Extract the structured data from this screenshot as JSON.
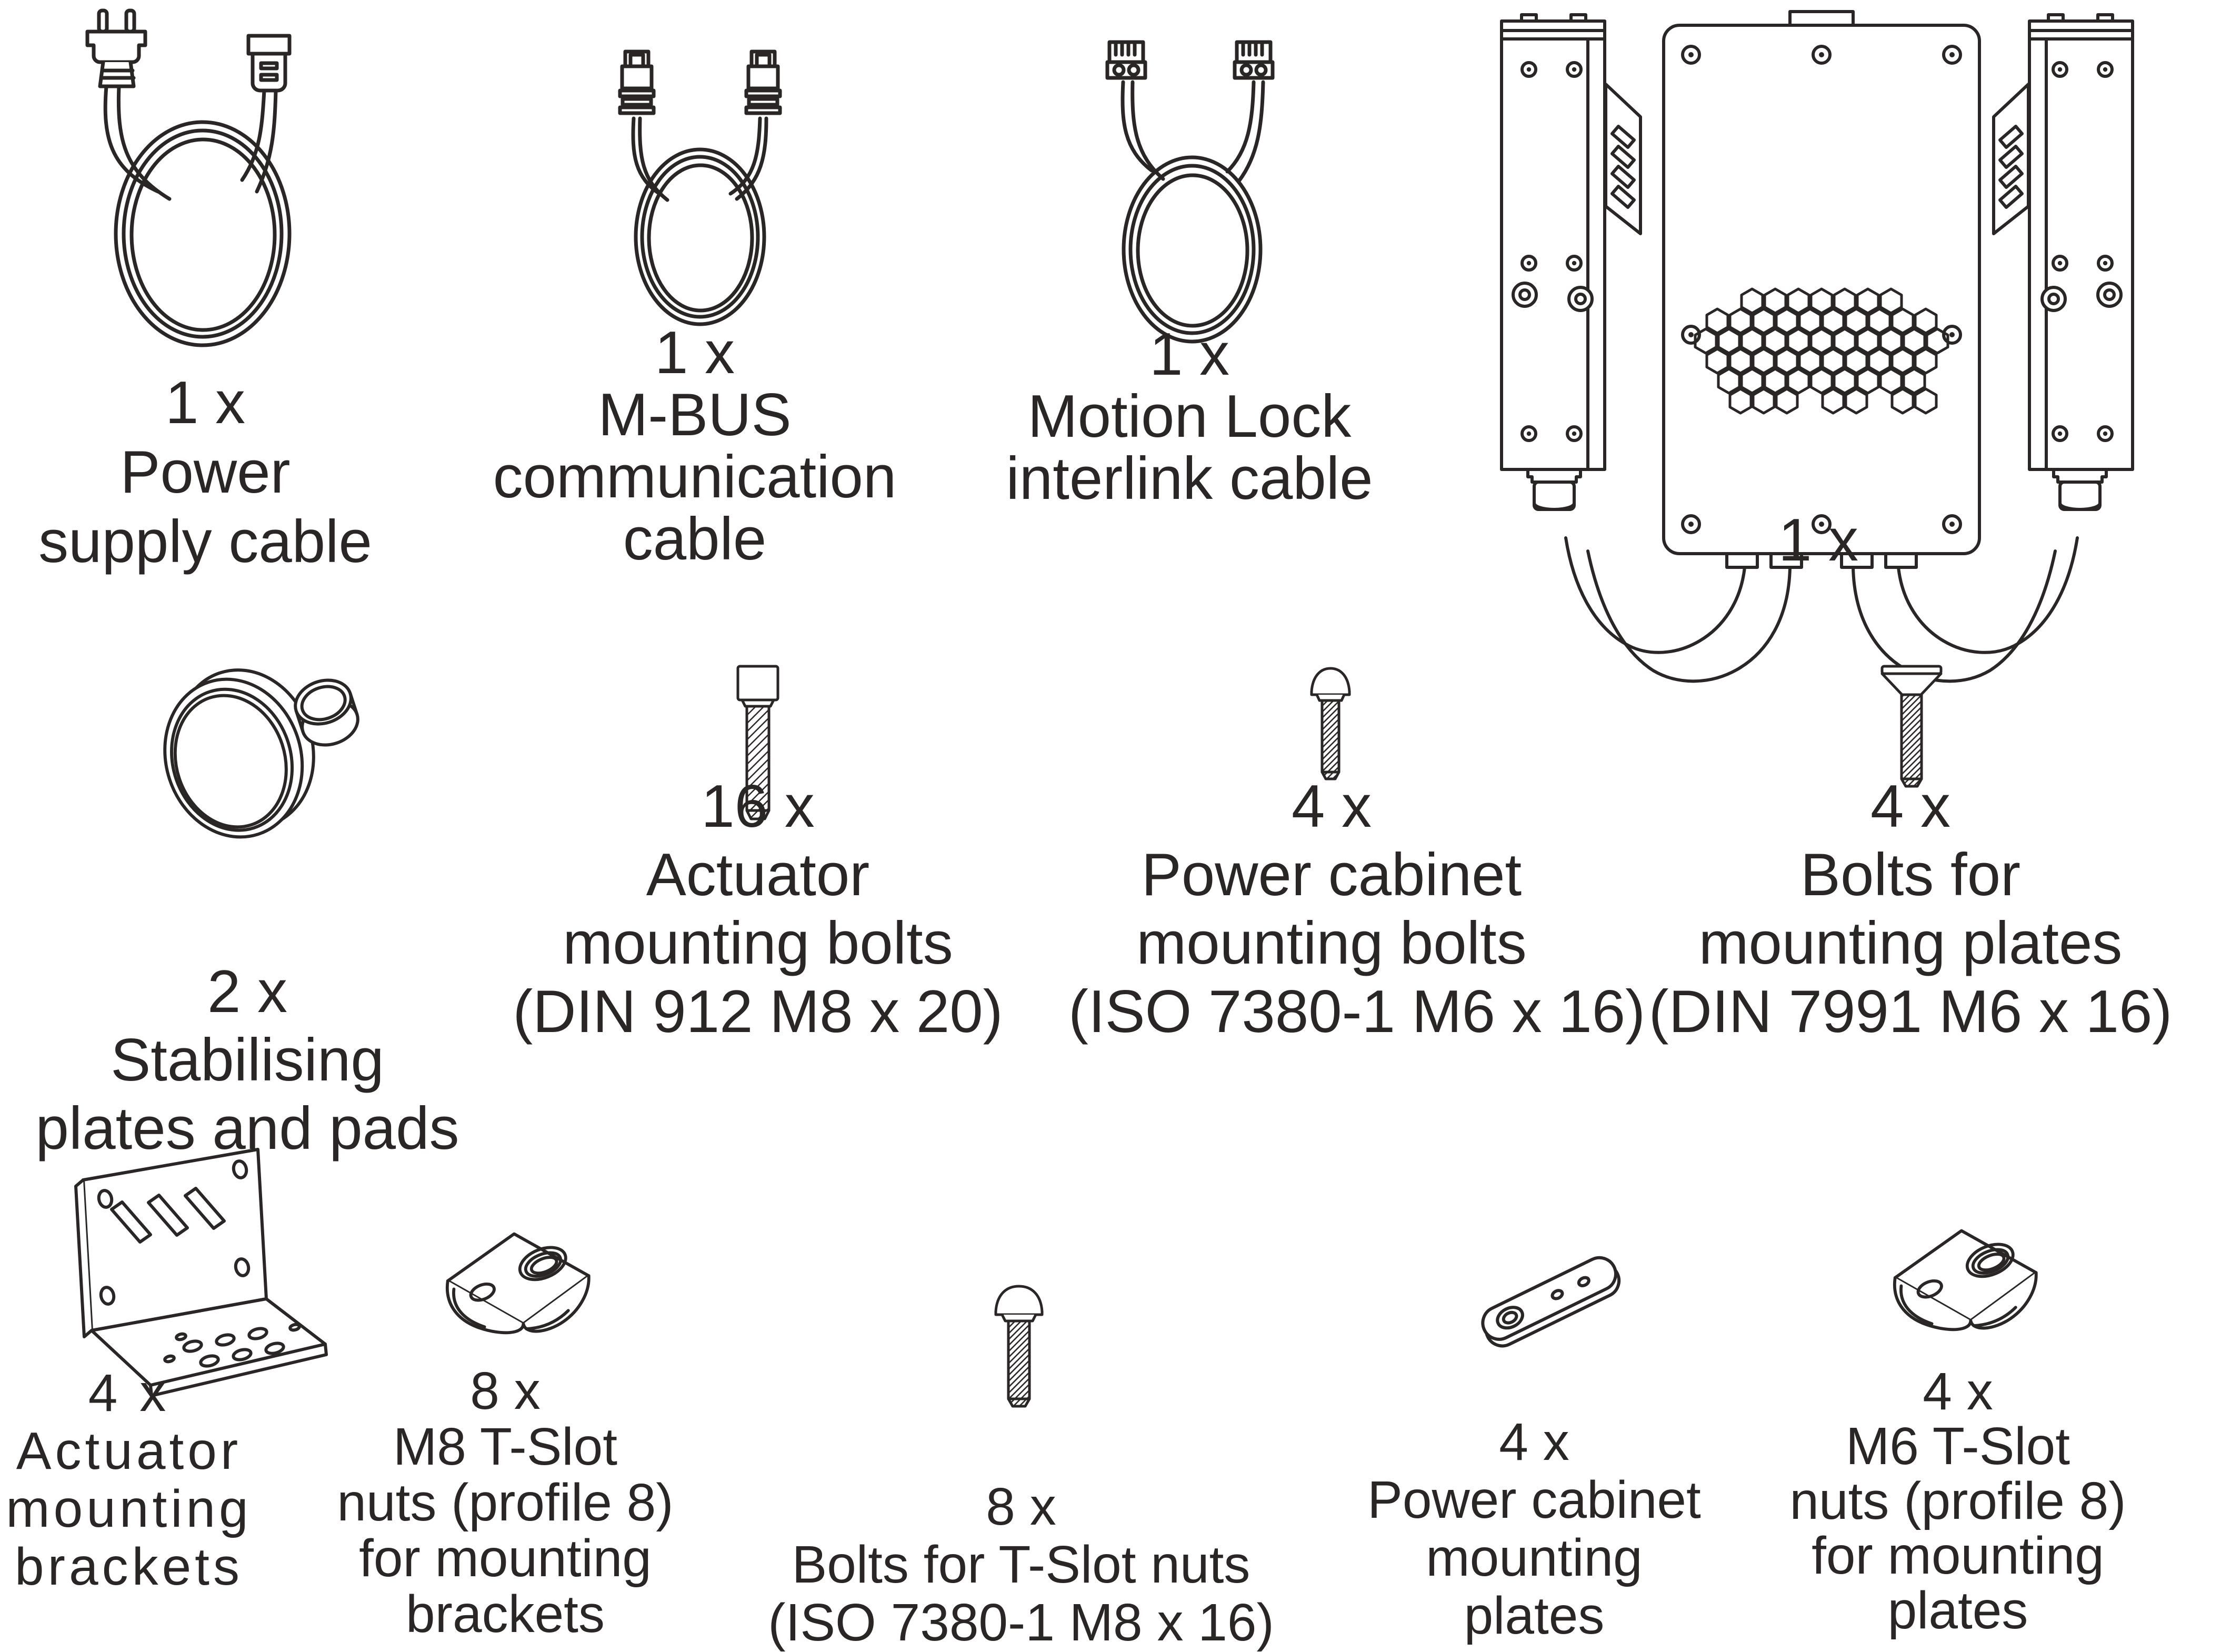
{
  "document": {
    "kind": "package-contents-diagram",
    "colors": {
      "ink": "#2b2626",
      "background": "#ffffff"
    }
  },
  "items": [
    {
      "id": "power-supply-cable",
      "qty": "1 x",
      "name": [
        "Power",
        "supply cable"
      ]
    },
    {
      "id": "mbus-communication-cable",
      "qty": "1 x",
      "name": [
        "M-BUS",
        "communication",
        "cable"
      ]
    },
    {
      "id": "motion-lock-interlink-cable",
      "qty": "1 x",
      "name": [
        "Motion Lock",
        "interlink cable"
      ]
    },
    {
      "id": "power-cabinet-with-actuators",
      "qty": "1 x",
      "name": []
    },
    {
      "id": "stabilising-plates-and-pads",
      "qty": "2 x",
      "name": [
        "Stabilising",
        "plates and pads"
      ]
    },
    {
      "id": "actuator-mounting-bolts",
      "qty": "16 x",
      "name": [
        "Actuator",
        "mounting bolts",
        "(DIN 912 M8 x 20)"
      ]
    },
    {
      "id": "power-cabinet-mounting-bolts",
      "qty": "4 x",
      "name": [
        "Power cabinet",
        "mounting bolts",
        "(ISO 7380-1 M6 x 16)"
      ]
    },
    {
      "id": "bolts-for-mounting-plates",
      "qty": "4 x",
      "name": [
        "Bolts for",
        "mounting plates",
        "(DIN 7991 M6 x 16)"
      ]
    },
    {
      "id": "actuator-mounting-brackets",
      "qty": "4 x",
      "name": [
        "Actuator",
        "mounting",
        "brackets"
      ]
    },
    {
      "id": "m8-t-slot-nuts",
      "qty": "8 x",
      "name": [
        "M8 T-Slot",
        "nuts (profile 8)",
        "for mounting",
        "brackets"
      ]
    },
    {
      "id": "bolts-for-t-slot-nuts",
      "qty": "8 x",
      "name": [
        "Bolts for T-Slot nuts",
        "(ISO 7380-1 M8 x 16)"
      ]
    },
    {
      "id": "power-cabinet-mounting-plates",
      "qty": "4 x",
      "name": [
        "Power cabinet",
        "mounting",
        "plates"
      ]
    },
    {
      "id": "m6-t-slot-nuts",
      "qty": "4 x",
      "name": [
        "M6 T-Slot",
        "nuts (profile 8)",
        "for mounting",
        "plates"
      ]
    }
  ]
}
